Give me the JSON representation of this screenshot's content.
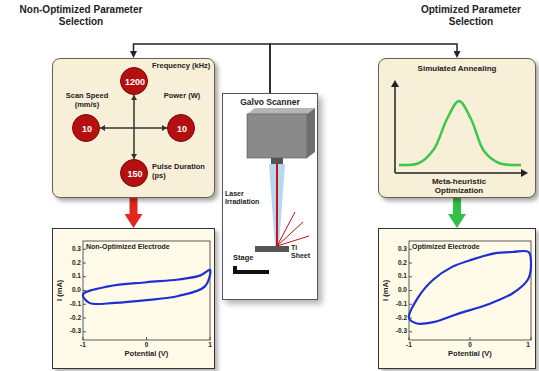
{
  "diagram": {
    "nodes": [
      {
        "text": [
          "Non-Optimized Parameter Selection"
        ]
      },
      {
        "text": [
          "1200",
          "Frequency (kHz)"
        ],
        "in": 0
      },
      {
        "text": [
          "10",
          "Scan Speed (mm/s)"
        ],
        "in": 0
      },
      {
        "text": [
          "10",
          "Power (W)"
        ],
        "in": 0
      },
      {
        "text": [
          "150",
          "Pulse Duration (ps)"
        ],
        "in": 0
      },
      {
        "text": [
          "Non-Optimized Electrode"
        ]
      },
      {
        "text": [
          "Galvo Scanner"
        ]
      },
      {
        "text": [
          "Optimized Parameter Selection",
          "Simulated Annealing",
          "Meta-heuristic Optimization"
        ]
      },
      {
        "text": [
          "Optimized Electrode"
        ]
      }
    ],
    "edges": [
      {
        "from": 6,
        "to": 0,
        "arrow": "to"
      },
      {
        "from": 6,
        "to": 7,
        "arrow": "to"
      },
      {
        "from": 0,
        "to": 5,
        "arrow": "to"
      },
      {
        "from": 7,
        "to": 8,
        "arrow": "to"
      }
    ],
    "labels": [
      "Laser Irradiation",
      "Ti Sheet",
      "Stage",
      "I (mA)",
      "0.3",
      "0.2",
      "0.1",
      "0.0",
      "-0.1",
      "-0.2",
      "-0.3",
      "-1",
      "0",
      "1",
      "Potential (V)",
      "I (mA)",
      "0.3",
      "0.2",
      "0.1",
      "0.0",
      "-0.1",
      "-0.2",
      "-0.3",
      "-1",
      "0",
      "1",
      "Potential (V)"
    ]
  }
}
